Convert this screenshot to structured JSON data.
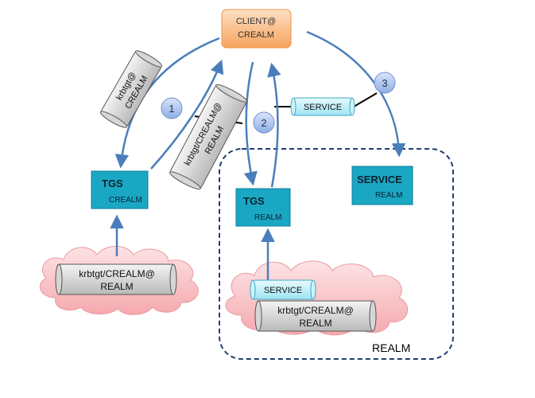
{
  "client": {
    "line1": "CLIENT@",
    "line2": "CREALM"
  },
  "tgs_client": {
    "title": "TGS",
    "realm": "CREALM"
  },
  "tgs_service": {
    "title": "TGS",
    "realm": "REALM"
  },
  "service_node": {
    "title": "SERVICE",
    "realm": "REALM"
  },
  "realm_box_label": "REALM",
  "steps": [
    "1",
    "2",
    "3"
  ],
  "scrolls": {
    "ticket_krbtgt_crealm": {
      "line1": "krbtgt@",
      "line2": "CREALM"
    },
    "ticket_cross_realm": {
      "line1": "krbtgt/CREALM@",
      "line2": "REALM"
    },
    "ticket_service": "SERVICE",
    "db_client_krbtgt": {
      "line1": "krbtgt/CREALM@",
      "line2": "REALM"
    },
    "db_service": "SERVICE",
    "db_realm_krbtgt": {
      "line1": "krbtgt/CREALM@",
      "line2": "REALM"
    }
  },
  "colors": {
    "arrow": "#4a7ebb",
    "teal_box": "#1aa7c4",
    "client_box": "#f9b37a",
    "cloud": "#f9c4c8",
    "grey_scroll": "#c8c8c8",
    "cyan_scroll": "#bff0f8",
    "step_circle": "#a8c1ec",
    "realm_border": "#1f3f70"
  }
}
